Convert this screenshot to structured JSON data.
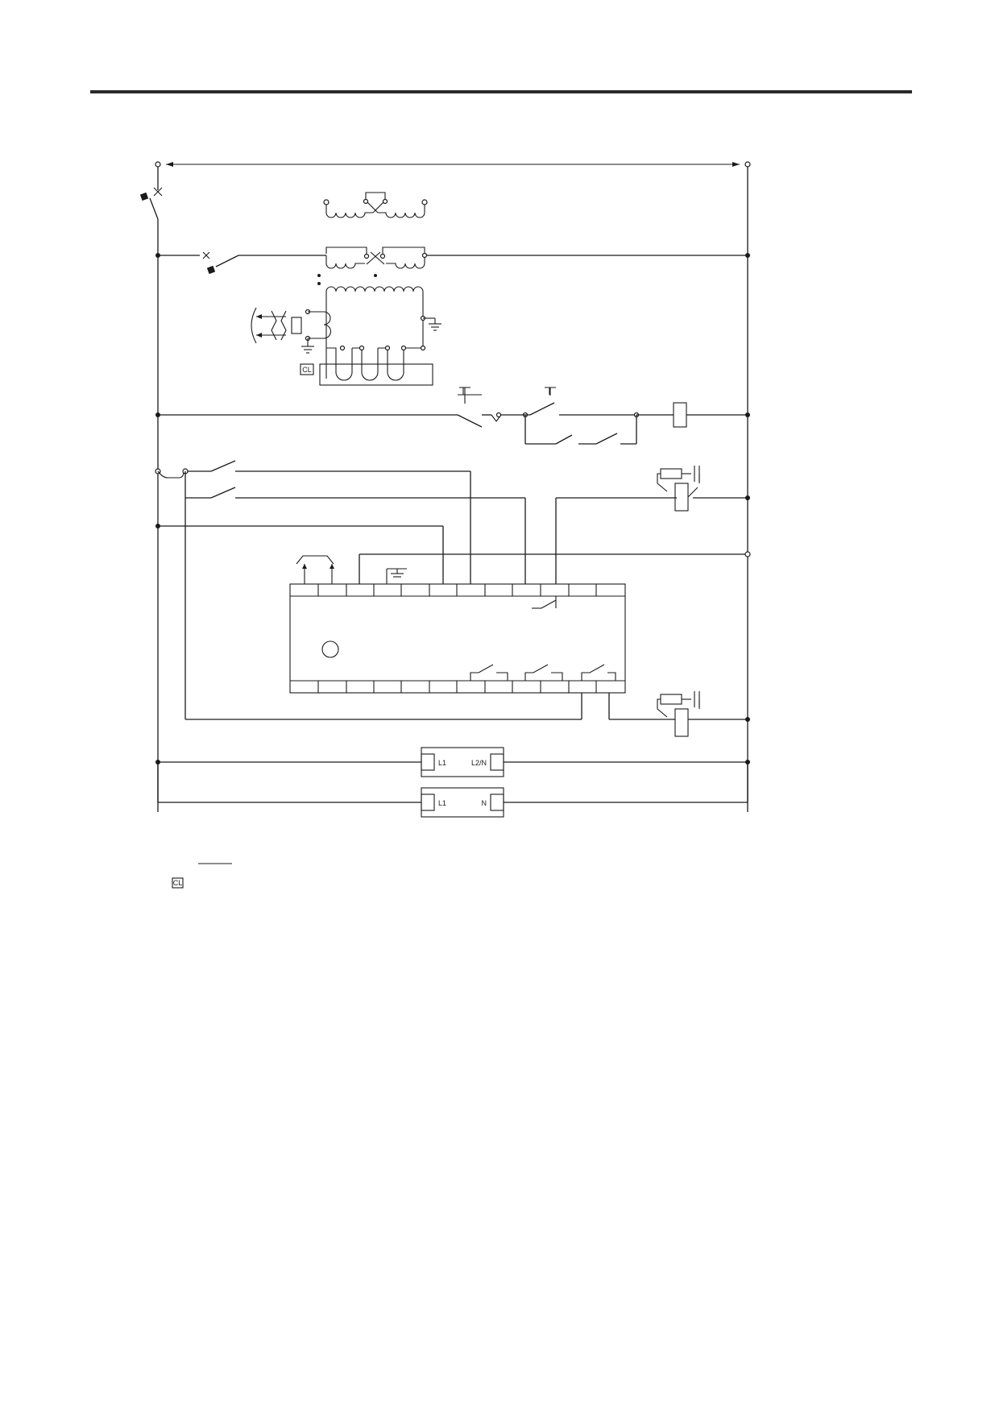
{
  "diagram": {
    "cl_box_label": "CL",
    "legend_cl_label": "CL",
    "supply_1": {
      "left_label": "L1",
      "right_label": "L2/N"
    },
    "supply_2": {
      "left_label": "L1",
      "right_label": "N"
    }
  }
}
